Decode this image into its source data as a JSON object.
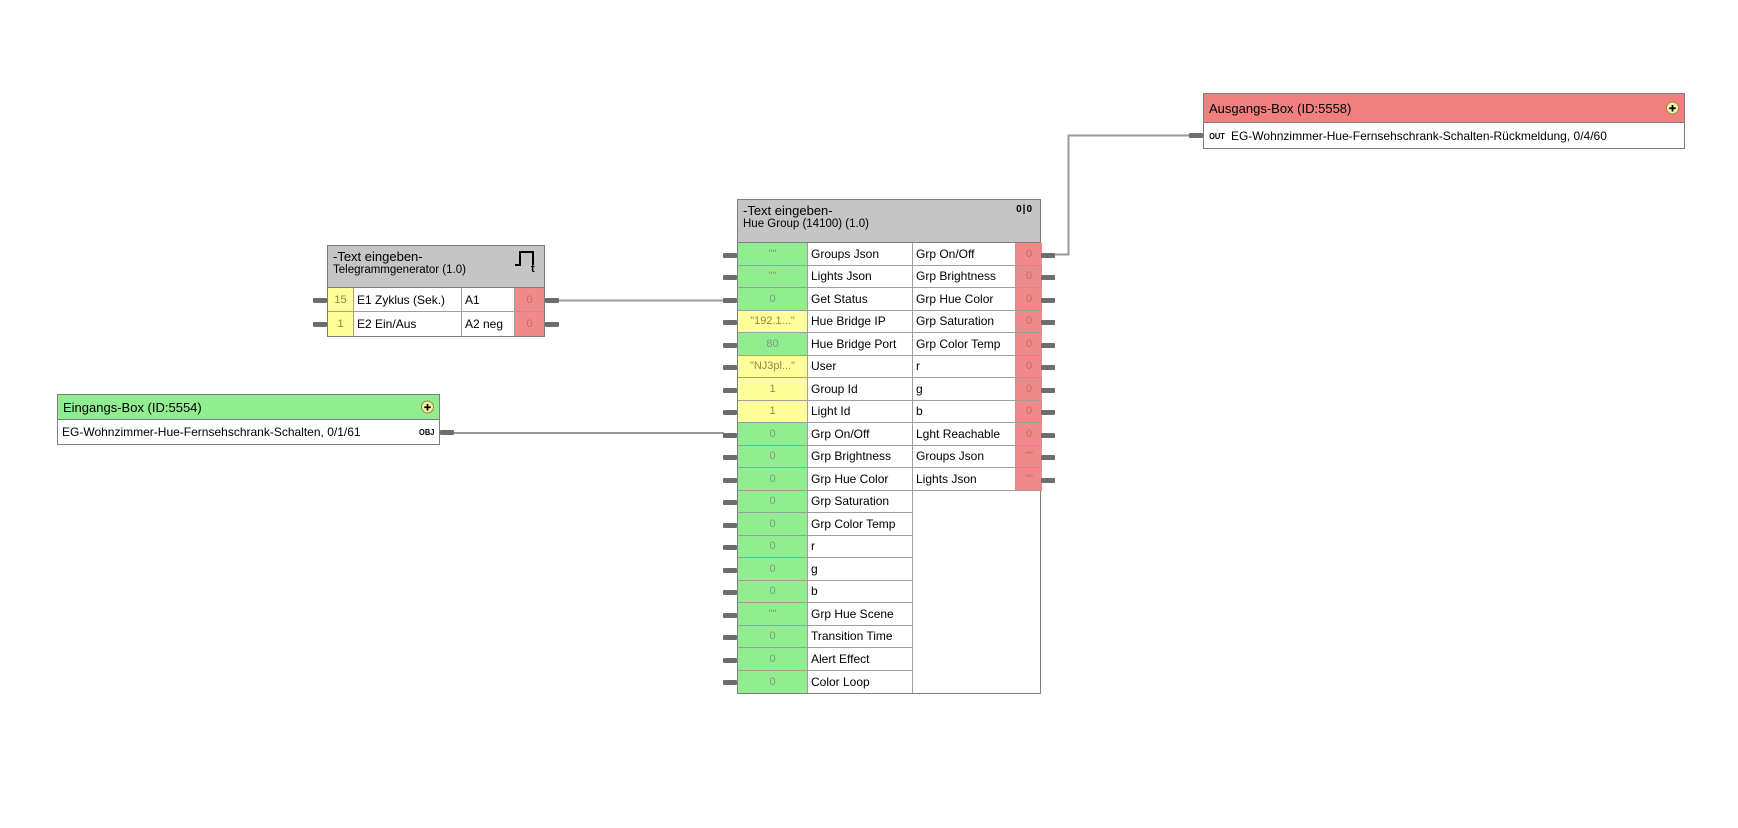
{
  "icons": {
    "plus": "✚",
    "io_count": "0|0",
    "pulse_label": "t"
  },
  "colors": {
    "input_box_header": "#90ee90",
    "output_box_header": "#f08080",
    "block_header": "#c5c5c5",
    "value_green": "#90ee90",
    "value_yellow": "#ffff9c",
    "value_red": "#f08a8a",
    "label_gray": "#d8d8d8",
    "wire": "#9a9a9a"
  },
  "nodes": {
    "eingangs_box": {
      "title": "Eingangs-Box (ID:5554)",
      "row": {
        "label": "EG-Wohnzimmer-Hue-Fernsehschrank-Schalten, 0/1/61",
        "badge": "OBJ"
      }
    },
    "ausgangs_box": {
      "title": "Ausgangs-Box (ID:5558)",
      "row": {
        "badge": "OUT",
        "label": "EG-Wohnzimmer-Hue-Fernsehschrank-Schalten-Rückmeldung, 0/4/60"
      }
    },
    "telegrammgenerator": {
      "title": "-Text eingeben-",
      "subtitle": "Telegrammgenerator (1.0)",
      "rows": [
        {
          "value": "15",
          "value_style": "yellow",
          "input_label": "E1 Zyklus (Sek.)",
          "output_label": "A1",
          "output_value": "0"
        },
        {
          "value": "1",
          "value_style": "yellow",
          "input_label": "E2 Ein/Aus",
          "output_label": "A2 neg",
          "output_value": "0"
        }
      ]
    },
    "hue_group": {
      "title": "-Text eingeben-",
      "subtitle": "Hue Group (14100) (1.0)",
      "inputs": [
        {
          "value": "\"\"",
          "value_style": "green",
          "label": "Groups Json",
          "label_style": "gray"
        },
        {
          "value": "\"\"",
          "value_style": "green",
          "label": "Lights Json",
          "label_style": "gray"
        },
        {
          "value": "0",
          "value_style": "green",
          "label": "Get Status",
          "label_style": "white"
        },
        {
          "value": "\"192.1...\"",
          "value_style": "yellow",
          "label": "Hue Bridge IP",
          "label_style": "gray"
        },
        {
          "value": "80",
          "value_style": "green",
          "label": "Hue Bridge Port",
          "label_style": "white"
        },
        {
          "value": "\"NJ3pl...\"",
          "value_style": "yellow",
          "label": "User",
          "label_style": "gray"
        },
        {
          "value": "1",
          "value_style": "yellow",
          "label": "Group Id",
          "label_style": "gray"
        },
        {
          "value": "1",
          "value_style": "yellow",
          "label": "Light Id",
          "label_style": "gray"
        },
        {
          "value": "0",
          "value_style": "green",
          "label": "Grp On/Off",
          "label_style": "white"
        },
        {
          "value": "0",
          "value_style": "green",
          "label": "Grp Brightness",
          "label_style": "white"
        },
        {
          "value": "0",
          "value_style": "green",
          "label": "Grp Hue Color",
          "label_style": "white"
        },
        {
          "value": "0",
          "value_style": "green",
          "label": "Grp Saturation",
          "label_style": "white"
        },
        {
          "value": "0",
          "value_style": "green",
          "label": "Grp Color Temp",
          "label_style": "white"
        },
        {
          "value": "0",
          "value_style": "green",
          "label": "r",
          "label_style": "white"
        },
        {
          "value": "0",
          "value_style": "green",
          "label": "g",
          "label_style": "white"
        },
        {
          "value": "0",
          "value_style": "green",
          "label": "b",
          "label_style": "white"
        },
        {
          "value": "\"\"",
          "value_style": "green",
          "label": "Grp Hue Scene",
          "label_style": "gray"
        },
        {
          "value": "0",
          "value_style": "green",
          "label": "Transition Time",
          "label_style": "white"
        },
        {
          "value": "0",
          "value_style": "green",
          "label": "Alert Effect",
          "label_style": "white"
        },
        {
          "value": "0",
          "value_style": "green",
          "label": "Color Loop",
          "label_style": "white"
        }
      ],
      "outputs": [
        {
          "label": "Grp On/Off",
          "label_style": "white",
          "value": "0"
        },
        {
          "label": "Grp Brightness",
          "label_style": "white",
          "value": "0"
        },
        {
          "label": "Grp Hue Color",
          "label_style": "white",
          "value": "0"
        },
        {
          "label": "Grp Saturation",
          "label_style": "white",
          "value": "0"
        },
        {
          "label": "Grp Color Temp",
          "label_style": "white",
          "value": "0"
        },
        {
          "label": "r",
          "label_style": "white",
          "value": "0"
        },
        {
          "label": "g",
          "label_style": "white",
          "value": "0"
        },
        {
          "label": "b",
          "label_style": "white",
          "value": "0"
        },
        {
          "label": "Lght Reachable",
          "label_style": "white",
          "value": "0"
        },
        {
          "label": "Groups Json",
          "label_style": "gray",
          "value": "\"\""
        },
        {
          "label": "Lights Json",
          "label_style": "gray",
          "value": "\"\""
        }
      ]
    }
  }
}
